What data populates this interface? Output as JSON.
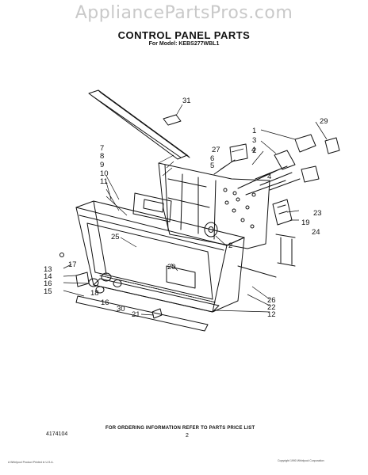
{
  "watermark": "AppliancePartsPros.com",
  "header": {
    "title": "CONTROL PANEL PARTS",
    "subtitle": "For Model: KEBS277WBL1"
  },
  "callouts": [
    "31",
    "29",
    "1",
    "3",
    "2",
    "7",
    "8",
    "27",
    "4",
    "6",
    "5",
    "9",
    "10",
    "11",
    "4",
    "23",
    "19",
    "2",
    "24",
    "25",
    "13",
    "17",
    "14",
    "16",
    "15",
    "20",
    "18",
    "16",
    "30",
    "21",
    "26",
    "22",
    "12"
  ],
  "footer": {
    "ordering_note": "FOR ORDERING INFORMATION REFER TO PARTS PRICE LIST",
    "part_code": "4174104",
    "page_number": "2",
    "fine_print_left": "A Whirlpool Product  Printed in U.S.A.",
    "fine_print_right": "Copyright 1990 Whirlpool Corporation"
  }
}
